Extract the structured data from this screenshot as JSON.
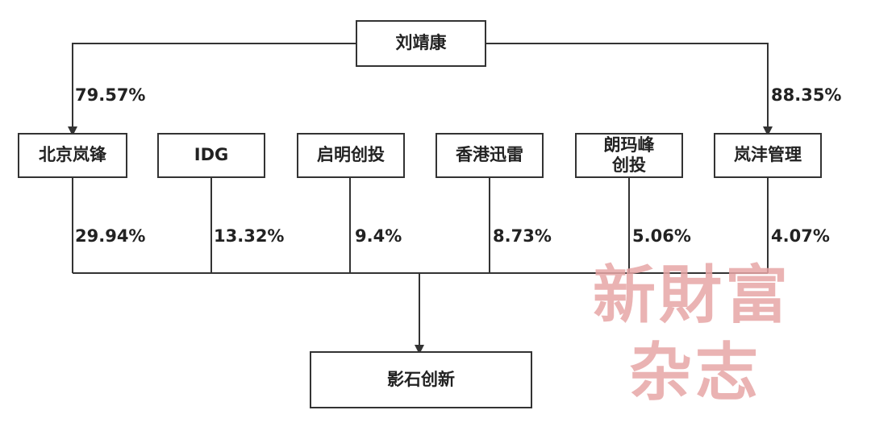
{
  "nodes": {
    "top": "刘靖康",
    "beijing_lanfeng": "北京岚锋",
    "idg": "IDG",
    "qiming": "启明创投",
    "xunlei": "香港迅雷",
    "langmafeng_line1": "朗玛峰",
    "langmafeng_line2": "创投",
    "lanfeng_guanli": "岚沣管理",
    "bottom": "影石创新"
  },
  "edges": {
    "top_to_beijing_lanfeng": "79.57%",
    "top_to_lanfeng_guanli": "88.35%",
    "beijing_lanfeng_to_bottom": "29.94%",
    "idg_to_bottom": "13.32%",
    "qiming_to_bottom": "9.4%",
    "xunlei_to_bottom": "8.73%",
    "langmafeng_to_bottom": "5.06%",
    "lanfeng_guanli_to_bottom": "4.07%"
  },
  "watermark": {
    "line1": "新財富",
    "line2": "杂志"
  }
}
